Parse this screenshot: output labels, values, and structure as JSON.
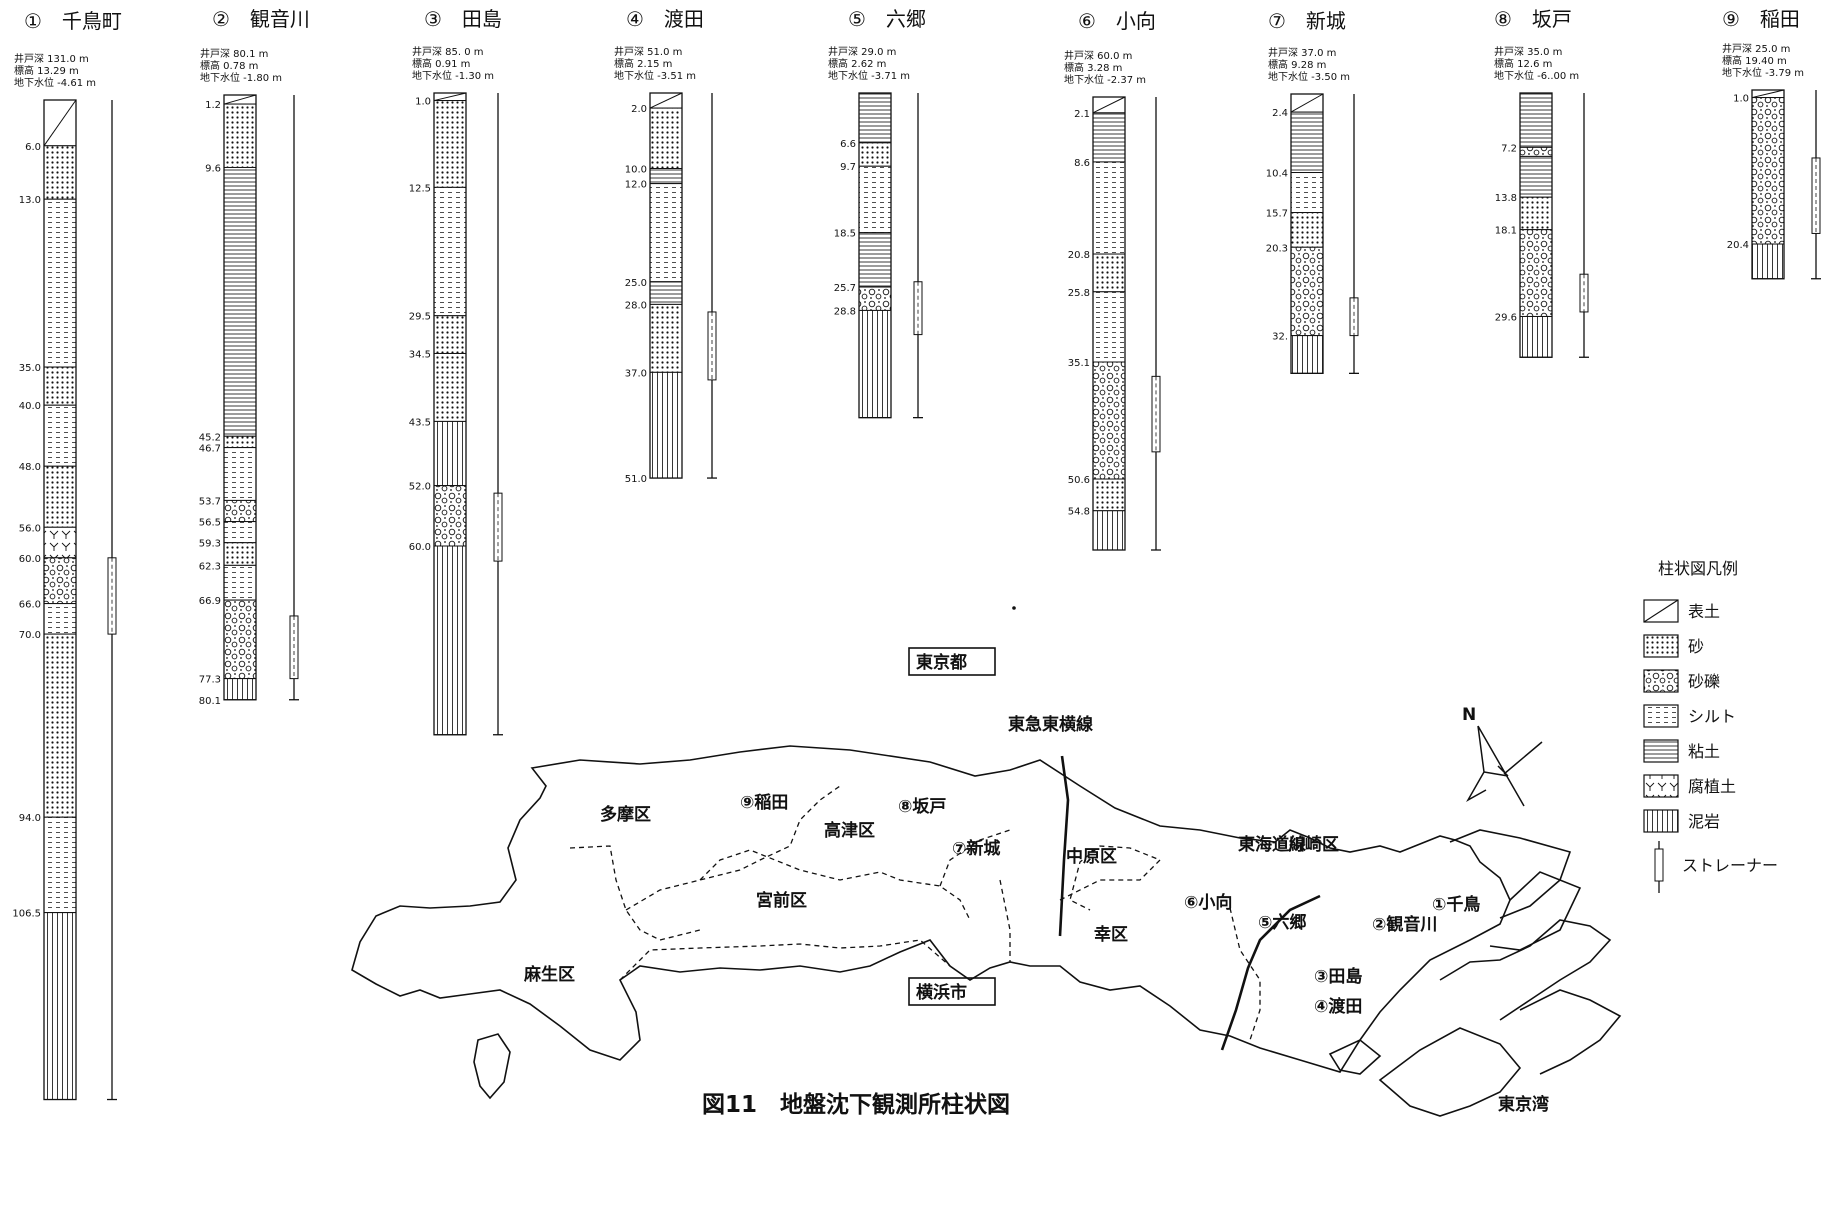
{
  "caption": "図11　地盤沈下観測所柱状図",
  "legend": {
    "title": "柱状図凡例",
    "items": [
      {
        "key": "topsoil",
        "label": "表土"
      },
      {
        "key": "sand",
        "label": "砂"
      },
      {
        "key": "gravel",
        "label": "砂礫"
      },
      {
        "key": "silt",
        "label": "シルト"
      },
      {
        "key": "clay",
        "label": "粘土"
      },
      {
        "key": "humus",
        "label": "腐植土"
      },
      {
        "key": "mudstone",
        "label": "泥岩"
      },
      {
        "key": "strainer",
        "label": "ストレーナー"
      }
    ]
  },
  "header_labels": {
    "well_depth": "井戸深",
    "elevation": "標高",
    "groundwater": "地下水位",
    "unit": "m"
  },
  "wells": [
    {
      "id": "w1",
      "title": "①　千鳥町",
      "depth_text": "131.0",
      "elev_text": "13.29",
      "gw_text": "-4.61",
      "total": 131.0,
      "strainer": [
        60.0,
        70.0
      ],
      "boundaries": [
        {
          "d": 6.0,
          "t": "6.0"
        },
        {
          "d": 13.0,
          "t": "13.0"
        },
        {
          "d": 35.0,
          "t": "35.0"
        },
        {
          "d": 40.0,
          "t": "40.0"
        },
        {
          "d": 48.0,
          "t": "48.0"
        },
        {
          "d": 56.0,
          "t": "56.0"
        },
        {
          "d": 60.0,
          "t": "60.0"
        },
        {
          "d": 66.0,
          "t": "66.0"
        },
        {
          "d": 70.0,
          "t": "70.0"
        },
        {
          "d": 94.0,
          "t": "94.0"
        },
        {
          "d": 106.5,
          "t": "106.5"
        }
      ],
      "layers": [
        {
          "from": 0,
          "to": 6.0,
          "type": "topsoil"
        },
        {
          "from": 6.0,
          "to": 13.0,
          "type": "sand"
        },
        {
          "from": 13.0,
          "to": 35.0,
          "type": "silt"
        },
        {
          "from": 35.0,
          "to": 40.0,
          "type": "sand"
        },
        {
          "from": 40.0,
          "to": 48.0,
          "type": "silt"
        },
        {
          "from": 48.0,
          "to": 56.0,
          "type": "sand"
        },
        {
          "from": 56.0,
          "to": 60.0,
          "type": "humus"
        },
        {
          "from": 60.0,
          "to": 66.0,
          "type": "gravel"
        },
        {
          "from": 66.0,
          "to": 70.0,
          "type": "silt"
        },
        {
          "from": 70.0,
          "to": 94.0,
          "type": "sand"
        },
        {
          "from": 94.0,
          "to": 106.5,
          "type": "silt"
        },
        {
          "from": 106.5,
          "to": 131.0,
          "type": "mudstone"
        }
      ]
    },
    {
      "id": "w2",
      "title": "②　観音川",
      "depth_text": "80.1",
      "elev_text": "0.78",
      "gw_text": "-1.80",
      "total": 80.1,
      "strainer": [
        69.0,
        77.3
      ],
      "boundaries": [
        {
          "d": 1.2,
          "t": "1.2"
        },
        {
          "d": 9.6,
          "t": "9.6"
        },
        {
          "d": 45.2,
          "t": "45.2"
        },
        {
          "d": 46.7,
          "t": "46.7"
        },
        {
          "d": 53.7,
          "t": "53.7"
        },
        {
          "d": 56.5,
          "t": "56.5"
        },
        {
          "d": 59.3,
          "t": "59.3"
        },
        {
          "d": 62.3,
          "t": "62.3"
        },
        {
          "d": 66.9,
          "t": "66.9"
        },
        {
          "d": 77.3,
          "t": "77.3"
        },
        {
          "d": 80.1,
          "t": "80.1"
        }
      ],
      "layers": [
        {
          "from": 0,
          "to": 1.2,
          "type": "topsoil"
        },
        {
          "from": 1.2,
          "to": 9.6,
          "type": "sand"
        },
        {
          "from": 9.6,
          "to": 45.2,
          "type": "clay"
        },
        {
          "from": 45.2,
          "to": 46.7,
          "type": "sand"
        },
        {
          "from": 46.7,
          "to": 53.7,
          "type": "silt"
        },
        {
          "from": 53.7,
          "to": 56.5,
          "type": "gravel"
        },
        {
          "from": 56.5,
          "to": 59.3,
          "type": "silt"
        },
        {
          "from": 59.3,
          "to": 62.3,
          "type": "sand"
        },
        {
          "from": 62.3,
          "to": 66.9,
          "type": "silt"
        },
        {
          "from": 66.9,
          "to": 77.3,
          "type": "gravel"
        },
        {
          "from": 77.3,
          "to": 80.1,
          "type": "mudstone"
        }
      ]
    },
    {
      "id": "w3",
      "title": "③　田島",
      "depth_text": "85. 0",
      "elev_text": "0.91",
      "gw_text": "-1.30",
      "total": 85.0,
      "strainer": [
        53.0,
        62.0
      ],
      "boundaries": [
        {
          "d": 1.0,
          "t": "1.0"
        },
        {
          "d": 12.5,
          "t": "12.5"
        },
        {
          "d": 29.5,
          "t": "29.5"
        },
        {
          "d": 34.5,
          "t": "34.5"
        },
        {
          "d": 43.5,
          "t": "43.5"
        },
        {
          "d": 52.0,
          "t": "52.0"
        },
        {
          "d": 60.0,
          "t": "60.0"
        }
      ],
      "layers": [
        {
          "from": 0,
          "to": 1.0,
          "type": "topsoil"
        },
        {
          "from": 1.0,
          "to": 12.5,
          "type": "sand"
        },
        {
          "from": 12.5,
          "to": 29.5,
          "type": "silt"
        },
        {
          "from": 29.5,
          "to": 34.5,
          "type": "sand"
        },
        {
          "from": 34.5,
          "to": 43.5,
          "type": "sand"
        },
        {
          "from": 43.5,
          "to": 52.0,
          "type": "mudstone"
        },
        {
          "from": 52.0,
          "to": 60.0,
          "type": "gravel"
        },
        {
          "from": 60.0,
          "to": 85.0,
          "type": "mudstone"
        }
      ]
    },
    {
      "id": "w4",
      "title": "④　渡田",
      "depth_text": "51.0",
      "elev_text": "2.15",
      "gw_text": "-3.51",
      "total": 51.0,
      "strainer": [
        29.0,
        38.0
      ],
      "boundaries": [
        {
          "d": 2.0,
          "t": "2.0"
        },
        {
          "d": 10.0,
          "t": "10.0"
        },
        {
          "d": 12.0,
          "t": "12.0"
        },
        {
          "d": 25.0,
          "t": "25.0"
        },
        {
          "d": 28.0,
          "t": "28.0"
        },
        {
          "d": 37.0,
          "t": "37.0"
        },
        {
          "d": 51.0,
          "t": "51.0"
        }
      ],
      "layers": [
        {
          "from": 0,
          "to": 2.0,
          "type": "topsoil"
        },
        {
          "from": 2.0,
          "to": 10.0,
          "type": "sand"
        },
        {
          "from": 10.0,
          "to": 12.0,
          "type": "clay"
        },
        {
          "from": 12.0,
          "to": 25.0,
          "type": "silt"
        },
        {
          "from": 25.0,
          "to": 28.0,
          "type": "clay"
        },
        {
          "from": 28.0,
          "to": 37.0,
          "type": "sand"
        },
        {
          "from": 37.0,
          "to": 51.0,
          "type": "mudstone"
        }
      ]
    },
    {
      "id": "w5",
      "title": "⑤　六郷",
      "depth_text": "29.0",
      "elev_text": "2.62",
      "gw_text": "-3.71",
      "total": 43.0,
      "strainer": [
        25.0,
        32.0
      ],
      "boundaries": [
        {
          "d": 6.6,
          "t": "6.6"
        },
        {
          "d": 9.7,
          "t": "9.7"
        },
        {
          "d": 18.5,
          "t": "18.5"
        },
        {
          "d": 25.7,
          "t": "25.7"
        },
        {
          "d": 28.8,
          "t": "28.8"
        }
      ],
      "layers": [
        {
          "from": 0,
          "to": 6.6,
          "type": "clay"
        },
        {
          "from": 6.6,
          "to": 9.7,
          "type": "sand"
        },
        {
          "from": 9.7,
          "to": 18.5,
          "type": "silt"
        },
        {
          "from": 18.5,
          "to": 25.7,
          "type": "clay"
        },
        {
          "from": 25.7,
          "to": 28.8,
          "type": "gravel"
        },
        {
          "from": 28.8,
          "to": 43.0,
          "type": "mudstone"
        }
      ]
    },
    {
      "id": "w6",
      "title": "⑥　小向",
      "depth_text": "60.0",
      "elev_text": "3.28",
      "gw_text": "-2.37",
      "total": 60.0,
      "strainer": [
        37.0,
        47.0
      ],
      "boundaries": [
        {
          "d": 2.1,
          "t": "2.1"
        },
        {
          "d": 8.6,
          "t": "8.6"
        },
        {
          "d": 20.8,
          "t": "20.8"
        },
        {
          "d": 25.8,
          "t": "25.8"
        },
        {
          "d": 35.1,
          "t": "35.1"
        },
        {
          "d": 50.6,
          "t": "50.6"
        },
        {
          "d": 54.8,
          "t": "54.8"
        }
      ],
      "layers": [
        {
          "from": 0,
          "to": 2.1,
          "type": "topsoil"
        },
        {
          "from": 2.1,
          "to": 8.6,
          "type": "clay"
        },
        {
          "from": 8.6,
          "to": 20.8,
          "type": "silt"
        },
        {
          "from": 20.8,
          "to": 25.8,
          "type": "sand"
        },
        {
          "from": 25.8,
          "to": 35.1,
          "type": "silt"
        },
        {
          "from": 35.1,
          "to": 50.6,
          "type": "gravel"
        },
        {
          "from": 50.6,
          "to": 54.8,
          "type": "sand"
        },
        {
          "from": 54.8,
          "to": 60.0,
          "type": "mudstone"
        }
      ]
    },
    {
      "id": "w7",
      "title": "⑦　新城",
      "depth_text": "37.0",
      "elev_text": "9.28",
      "gw_text": "-3.50",
      "total": 37.0,
      "strainer": [
        27.0,
        32.0
      ],
      "boundaries": [
        {
          "d": 2.4,
          "t": "2.4"
        },
        {
          "d": 10.4,
          "t": "10.4"
        },
        {
          "d": 15.7,
          "t": "15.7"
        },
        {
          "d": 20.3,
          "t": "20.3"
        },
        {
          "d": 32.0,
          "t": "32."
        }
      ],
      "layers": [
        {
          "from": 0,
          "to": 2.4,
          "type": "topsoil"
        },
        {
          "from": 2.4,
          "to": 10.4,
          "type": "clay"
        },
        {
          "from": 10.4,
          "to": 15.7,
          "type": "silt"
        },
        {
          "from": 15.7,
          "to": 20.3,
          "type": "sand"
        },
        {
          "from": 20.3,
          "to": 32.0,
          "type": "gravel"
        },
        {
          "from": 32.0,
          "to": 37.0,
          "type": "mudstone"
        }
      ]
    },
    {
      "id": "w8",
      "title": "⑧　坂戸",
      "depth_text": "35.0",
      "elev_text": "12.6",
      "gw_text": "-6..00",
      "total": 35.0,
      "strainer": [
        24.0,
        29.0
      ],
      "boundaries": [
        {
          "d": 7.2,
          "t": "7.2"
        },
        {
          "d": 13.8,
          "t": "13.8"
        },
        {
          "d": 18.1,
          "t": "18.1"
        },
        {
          "d": 29.6,
          "t": "29.6"
        }
      ],
      "layers": [
        {
          "from": 0,
          "to": 7.2,
          "type": "clay"
        },
        {
          "from": 7.2,
          "to": 8.4,
          "type": "gravel"
        },
        {
          "from": 8.4,
          "to": 13.8,
          "type": "clay"
        },
        {
          "from": 13.8,
          "to": 18.1,
          "type": "sand"
        },
        {
          "from": 18.1,
          "to": 29.6,
          "type": "gravel"
        },
        {
          "from": 29.6,
          "to": 35.0,
          "type": "mudstone"
        }
      ]
    },
    {
      "id": "w9",
      "title": "⑨　稲田",
      "depth_text": "25.0",
      "elev_text": "19.40",
      "gw_text": "-3.79",
      "total": 25.0,
      "strainer": [
        9.0,
        19.0
      ],
      "boundaries": [
        {
          "d": 1.0,
          "t": "1.0"
        },
        {
          "d": 20.4,
          "t": "20.4"
        }
      ],
      "layers": [
        {
          "from": 0,
          "to": 1.0,
          "type": "topsoil"
        },
        {
          "from": 1.0,
          "to": 20.4,
          "type": "gravel"
        },
        {
          "from": 20.4,
          "to": 25.0,
          "type": "mudstone"
        }
      ]
    }
  ],
  "map_labels": [
    {
      "key": "tokyo",
      "text": "東京都",
      "boxed": true
    },
    {
      "key": "yokohama",
      "text": "横浜市",
      "boxed": true
    },
    {
      "key": "toyoko",
      "text": "東急東横線"
    },
    {
      "key": "tokaido",
      "text": "東海道線"
    },
    {
      "key": "tama",
      "text": "多摩区"
    },
    {
      "key": "miyamae",
      "text": "宮前区"
    },
    {
      "key": "takatsu",
      "text": "高津区"
    },
    {
      "key": "nakahara",
      "text": "中原区"
    },
    {
      "key": "saiwai",
      "text": "幸区"
    },
    {
      "key": "kawasaki",
      "text": "川崎区"
    },
    {
      "key": "asao",
      "text": "麻生区"
    },
    {
      "key": "bay",
      "text": "東京湾"
    },
    {
      "key": "north",
      "text": "N"
    },
    {
      "key": "s9",
      "text": "⑨稲田"
    },
    {
      "key": "s8",
      "text": "⑧坂戸"
    },
    {
      "key": "s7",
      "text": "⑦新城"
    },
    {
      "key": "s6",
      "text": "⑥小向"
    },
    {
      "key": "s5",
      "text": "⑤六郷"
    },
    {
      "key": "s1",
      "text": "①千鳥"
    },
    {
      "key": "s2",
      "text": "②観音川"
    },
    {
      "key": "s3",
      "text": "③田島"
    },
    {
      "key": "s4",
      "text": "④渡田"
    }
  ]
}
